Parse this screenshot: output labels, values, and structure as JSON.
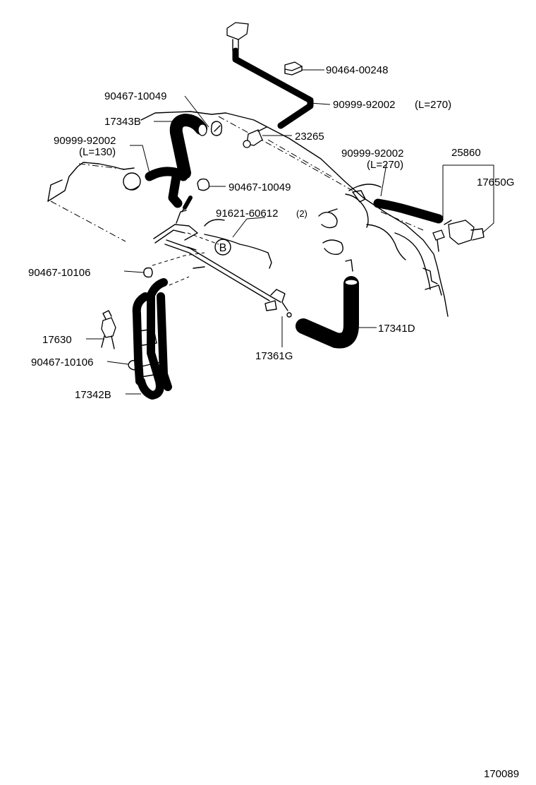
{
  "diagram": {
    "labels": {
      "p90464_00248": "90464-00248",
      "p90999_92002_top": "90999-92002",
      "p90999_92002_top_len": "(L=270)",
      "p90467_10049_a": "90467-10049",
      "p17343B": "17343B",
      "p23265": "23265",
      "p90999_92002_left": "90999-92002",
      "p90999_92002_left_len": "(L=130)",
      "p90999_92002_right": "90999-92002",
      "p90999_92002_right_len": "(L=270)",
      "p25860": "25860",
      "p17650G": "17650G",
      "p90467_10049_b": "90467-10049",
      "p91621_60612": "91621-60612",
      "p91621_60612_qty": "(2)",
      "ref_b": "B",
      "p90467_10106_a": "90467-10106",
      "p17341D": "17341D",
      "p17630": "17630",
      "p90467_10106_b": "90467-10106",
      "p17361G": "17361G",
      "p17342B": "17342B",
      "diagram_number": "170089"
    }
  }
}
